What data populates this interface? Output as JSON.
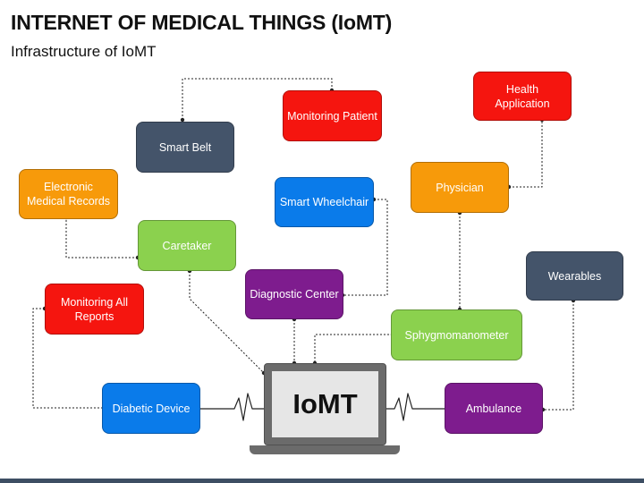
{
  "header": {
    "title": "INTERNET OF MEDICAL THINGS (IoMT)",
    "subtitle": "Infrastructure of IoMT"
  },
  "center": {
    "label": "IoMT",
    "icon": "laptop-icon"
  },
  "nodes": {
    "smart_belt": {
      "label": "Smart Belt",
      "color": "#44546a"
    },
    "monitoring_patient": {
      "label": "Monitoring Patient",
      "color": "#f5150f"
    },
    "health_application": {
      "label": "Health Application",
      "color": "#f5150f"
    },
    "electronic_records": {
      "label": "Electronic Medical Records",
      "color": "#f79a0a"
    },
    "smart_wheelchair": {
      "label": "Smart Wheelchair",
      "color": "#0a7bea"
    },
    "physician": {
      "label": "Physician",
      "color": "#f79a0a"
    },
    "caretaker": {
      "label": "Caretaker",
      "color": "#8bd14e"
    },
    "diagnostic_center": {
      "label": "Diagnostic Center",
      "color": "#7e1c8e"
    },
    "wearables": {
      "label": "Wearables",
      "color": "#44546a"
    },
    "monitoring_reports": {
      "label": "Monitoring All Reports",
      "color": "#f5150f"
    },
    "sphygmomanometer": {
      "label": "Sphygmomanometer",
      "color": "#8bd14e"
    },
    "diabetic_device": {
      "label": "Diabetic Device",
      "color": "#0a7bea"
    },
    "ambulance": {
      "label": "Ambulance",
      "color": "#7e1c8e"
    }
  }
}
